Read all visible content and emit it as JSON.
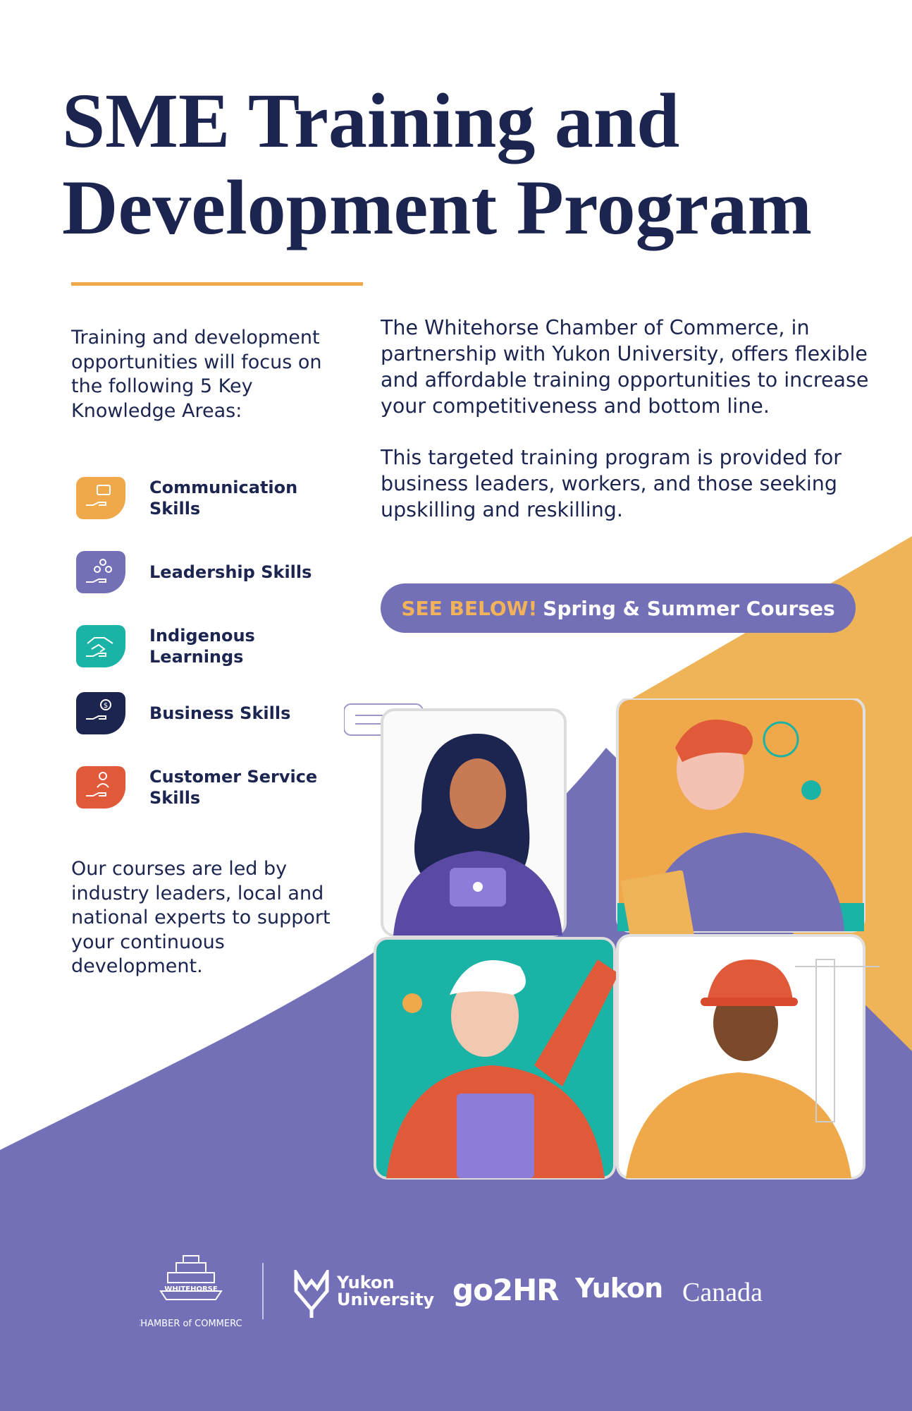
{
  "title": {
    "line1": "SME Training and",
    "line2": "Development Program"
  },
  "intro": "Training and development opportunities will focus on the following 5 Key Knowledge Areas:",
  "description": {
    "p1": "The Whitehorse Chamber of Commerce, in partnership with Yukon University, offers flexible and affordable training opportunities to increase your competitiveness and bottom line.",
    "p2": "This targeted training program is provided for business leaders, workers, and those seeking upskilling and reskilling."
  },
  "skills": [
    {
      "label": "Communication Skills",
      "color": "#efa94a",
      "icon": "speech-bubble-hand-icon"
    },
    {
      "label": "Leadership Skills",
      "color": "#7370b8",
      "icon": "team-hand-icon"
    },
    {
      "label": "Indigenous Learnings",
      "color": "#1bb3a6",
      "icon": "handshake-icon"
    },
    {
      "label": "Business Skills",
      "color": "#1c2450",
      "icon": "coin-hand-icon"
    },
    {
      "label": "Customer Service Skills",
      "color": "#e05a3a",
      "icon": "person-hand-icon"
    }
  ],
  "outro": "Our courses are led by industry leaders, local and national experts to support your continuous development.",
  "cta": {
    "accent": "SEE BELOW!",
    "text": "Spring & Summer Courses"
  },
  "logos": {
    "chamber_top": "WHITEHORSE",
    "chamber_arc": "CHAMBER of COMMERCE",
    "yukon_university_line1": "Yukon",
    "yukon_university_line2": "University",
    "go2hr": "go2HR",
    "yukon": "Yukon",
    "canada": "Canada"
  },
  "colors": {
    "navy": "#1c2450",
    "orange": "#efa94a",
    "purple": "#7370b8",
    "teal": "#1bb3a6",
    "red": "#e05a3a"
  }
}
